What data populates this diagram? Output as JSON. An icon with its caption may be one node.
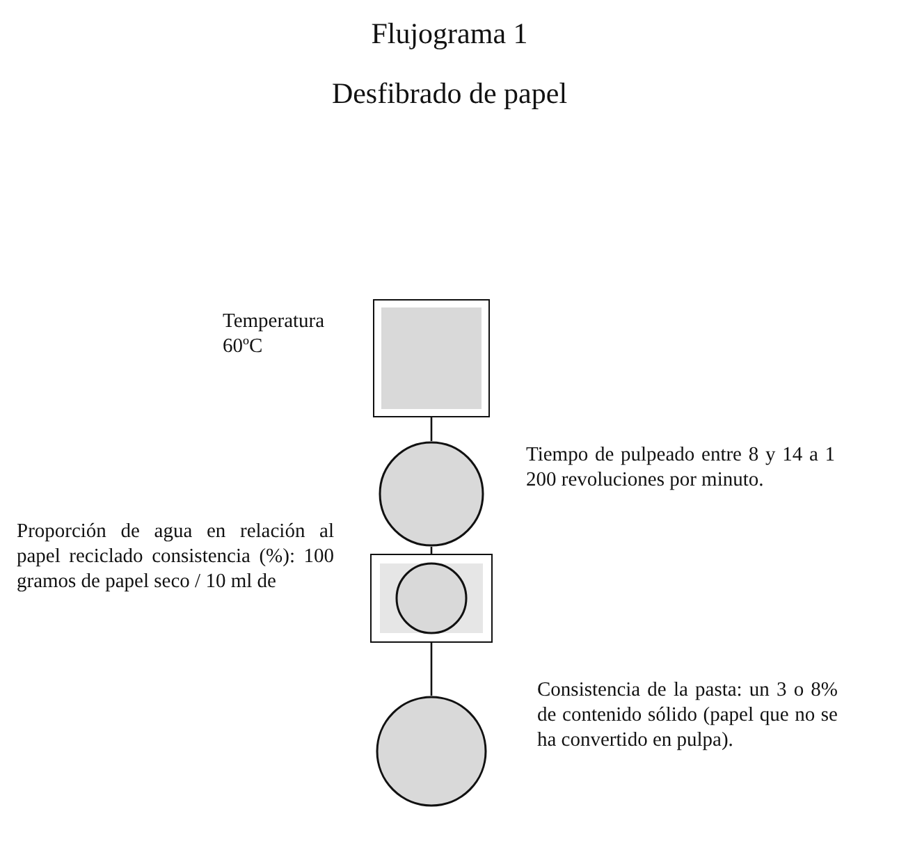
{
  "diagram": {
    "title": "Flujograma 1",
    "nodes": [
      {
        "text": [],
        "shape": "box",
        "beside": [
          "Temperatura 60ºC"
        ]
      },
      {
        "text": [],
        "shape": "circle",
        "beside": [
          "Tiempo de pulpeado entre 8 y 14 a 1 200 revoluciones por minuto."
        ]
      },
      {
        "text": [],
        "shape": "box",
        "beside": [
          "Proporción de agua en relación al papel reciclado consistencia (%): 100 gramos de papel seco / 10 ml de"
        ]
      },
      {
        "text": [],
        "shape": "circle",
        "in": 2
      },
      {
        "text": [],
        "shape": "circle",
        "beside": [
          "Consistencia de la pasta: un 3 o 8% de contenido sólido (papel que no se ha convertido en pulpa)."
        ]
      }
    ],
    "edges": [
      {
        "from": 0,
        "to": 1,
        "arrow": "none"
      },
      {
        "from": 1,
        "to": 2,
        "arrow": "none"
      },
      {
        "from": 2,
        "to": 4,
        "arrow": "none"
      }
    ],
    "labels": [
      "Desfibrado de papel"
    ]
  }
}
